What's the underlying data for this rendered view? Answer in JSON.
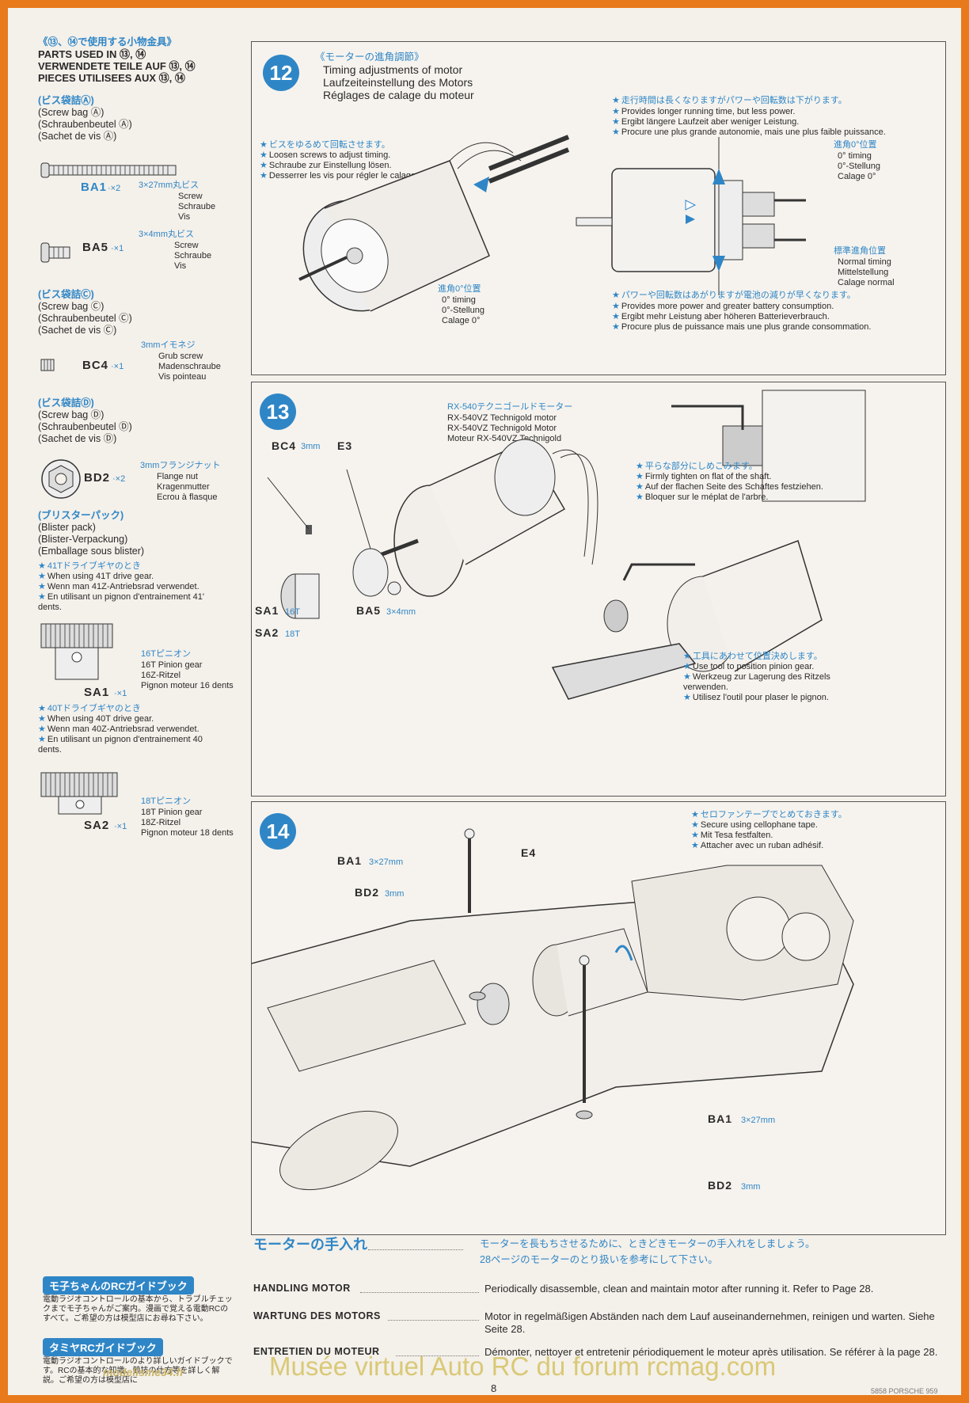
{
  "parts": {
    "title_jp": "《⑬、⑭で使用する小物金具》",
    "title_en": "PARTS USED IN ⑬, ⑭",
    "title_de": "VERWENDETE TEILE AUF ⑬, ⑭",
    "title_fr": "PIECES UTILISEES AUX ⑬, ⑭",
    "bag_a": {
      "jp": "(ビス袋詰Ⓐ)",
      "en": "(Screw bag Ⓐ)",
      "de": "(Schraubenbeutel Ⓐ)",
      "fr": "(Sachet de vis Ⓐ)"
    },
    "ba1": {
      "code": "BA1",
      "qty": "·×2",
      "size_jp": "3×27mm丸ビス",
      "names": [
        "Screw",
        "Schraube",
        "Vis"
      ]
    },
    "ba5": {
      "code": "BA5",
      "qty": "·×1",
      "size_jp": "3×4mm丸ビス",
      "names": [
        "Screw",
        "Schraube",
        "Vis"
      ]
    },
    "bag_c": {
      "jp": "(ビス袋詰Ⓒ)",
      "en": "(Screw bag Ⓒ)",
      "de": "(Schraubenbeutel Ⓒ)",
      "fr": "(Sachet de vis Ⓒ)"
    },
    "bc4": {
      "code": "BC4",
      "qty": "·×1",
      "size_jp": "3mmイモネジ",
      "names": [
        "Grub screw",
        "Madenschraube",
        "Vis pointeau"
      ]
    },
    "bag_d": {
      "jp": "(ビス袋詰Ⓓ)",
      "en": "(Screw bag Ⓓ)",
      "de": "(Schraubenbeutel Ⓓ)",
      "fr": "(Sachet de vis Ⓓ)"
    },
    "bd2": {
      "code": "BD2",
      "qty": "·×2",
      "size_jp": "3mmフランジナット",
      "names": [
        "Flange nut",
        "Kragenmutter",
        "Ecrou à flasque"
      ]
    },
    "blister": {
      "jp": "(ブリスターパック)",
      "en": "(Blister pack)",
      "de": "(Blister-Verpackung)",
      "fr": "(Emballage sous blister)"
    },
    "note41": {
      "jp": "41Tドライブギヤのとき",
      "en": "When using 41T drive gear.",
      "de": "Wenn man 41Z-Antriebsrad verwendet.",
      "fr": "En utilisant un pignon d'entrainement 41' dents."
    },
    "sa1": {
      "code": "SA1",
      "qty": "·×1",
      "size_jp": "16Tピニオン",
      "names": [
        "16T Pinion gear",
        "16Z-Ritzel",
        "Pignon moteur 16 dents"
      ]
    },
    "note40": {
      "jp": "40Tドライブギヤのとき",
      "en": "When using 40T drive gear.",
      "de": "Wenn man 40Z-Antriebsrad verwendet.",
      "fr": "En utilisant un pignon d'entrainement 40 dents."
    },
    "sa2": {
      "code": "SA2",
      "qty": "·×1",
      "size_jp": "18Tピニオン",
      "names": [
        "18T Pinion gear",
        "18Z-Ritzel",
        "Pignon moteur 18 dents"
      ]
    }
  },
  "step12": {
    "num": "12",
    "title_jp": "《モーターの進角調節》",
    "title": [
      "Timing adjustments of motor",
      "Laufzeiteinstellung des Motors",
      "Réglages de calage du moteur"
    ],
    "loosen": {
      "jp": "ビスをゆるめて回転させます。",
      "lines": [
        "Loosen screws to adjust timing.",
        "Schraube zur Einstellung lösen.",
        "Desserrer les vis pour régler le calage."
      ]
    },
    "zero_left": {
      "jp": "進角0°位置",
      "lines": [
        "0° timing",
        "0°-Stellung",
        "Calage 0°"
      ]
    },
    "longer": {
      "jp": "走行時間は長くなりますがパワーや回転数は下がります。",
      "lines": [
        "Provides longer running time, but less power.",
        "Ergibt längere Laufzeit aber weniger Leistung.",
        "Procure une plus grande autonomie, mais une plus faible puissance."
      ]
    },
    "zero_right": {
      "jp": "進角0°位置",
      "lines": [
        "0° timing",
        "0°-Stellung",
        "Calage 0°"
      ]
    },
    "normal": {
      "jp": "標準進角位置",
      "lines": [
        "Normal timing",
        "Mittelstellung",
        "Calage normal"
      ]
    },
    "more": {
      "jp": "パワーや回転数はあがりますが電池の減りが早くなります。",
      "lines": [
        "Provides more power and greater battery consumption.",
        "Ergibt mehr Leistung aber höheren Batterieverbrauch.",
        "Procure plus de puissance mais une plus grande consommation."
      ]
    }
  },
  "step13": {
    "num": "13",
    "motor": {
      "jp": "RX-540テクニゴールドモーター",
      "lines": [
        "RX-540VZ Technigold motor",
        "RX-540VZ Technigold Motor",
        "Moteur RX-540VZ Technigold"
      ]
    },
    "bc4": "BC4",
    "bc4_size": "3mm",
    "e3": "E3",
    "sa1": "SA1",
    "sa1_size": "16T",
    "sa2": "SA2",
    "sa2_size": "18T",
    "ba5": "BA5",
    "ba5_size": "3×4mm",
    "flat": {
      "jp": "平らな部分にしめこみます。",
      "lines": [
        "Firmly tighten on flat of the shaft.",
        "Auf der flachen Seite des Schaftes festziehen.",
        "Bloquer sur le méplat de l'arbre."
      ]
    },
    "tool": {
      "jp": "工具にあわせて位置決めします。",
      "lines": [
        "Use tool to position pinion gear.",
        "Werkzeug zur Lagerung des Ritzels verwenden.",
        "Utilisez l'outil pour plaser le pignon."
      ]
    }
  },
  "step14": {
    "num": "14",
    "tape": {
      "jp": "セロファンテープでとめておきます。",
      "lines": [
        "Secure using cellophane tape.",
        "Mit Tesa festfalten.",
        "Attacher avec un ruban adhésif."
      ]
    },
    "ba1_top": "BA1",
    "ba1_top_size": "3×27mm",
    "bd2_top": "BD2",
    "bd2_top_size": "3mm",
    "e4": "E4",
    "ba1_bot": "BA1",
    "ba1_bot_size": "3×27mm",
    "bd2_bot": "BD2",
    "bd2_bot_size": "3mm"
  },
  "handling": {
    "title_jp": "モーターの手入れ",
    "text_jp_1": "モーターを長もちさせるために、ときどきモーターの手入れをしましょう。",
    "text_jp_2": "28ページのモーターのとり扱いを参考にして下さい。",
    "rows": [
      {
        "h": "HANDLING MOTOR",
        "d": "Periodically disassemble, clean and maintain motor after running it. Refer to Page 28."
      },
      {
        "h": "WARTUNG DES MOTORS",
        "d": "Motor in regelmäßigen Abständen nach dem Lauf auseinandernehmen, reinigen und warten. Siehe Seite 28."
      },
      {
        "h": "ENTRETIEN DU MOTEUR",
        "d": "Démonter, nettoyer et entretenir périodiquement le moteur après utilisation. Se référer à la page 28."
      }
    ]
  },
  "guide1": {
    "title": "モ子ちゃんのRCガイドブック",
    "text": "電動ラジオコントロールの基本から、トラブルチェックまでモ子ちゃんがご案内。漫画で覚える電動RCのすべて。ご希望の方は模型店にお尋ね下さい。"
  },
  "guide2": {
    "title": "タミヤRCガイドブック",
    "text": "電動ラジオコントロールのより詳しいガイドブックです。RCの基本的な知識、競技の仕方等を詳しく解説。ご希望の方は模型店に"
  },
  "page_number": "8",
  "footer_code": "5858 PORSCHE 959",
  "watermark": "Musée virtuel Auto RC du forum rcmag.com",
  "watermark_small": "modelisme34.fr"
}
